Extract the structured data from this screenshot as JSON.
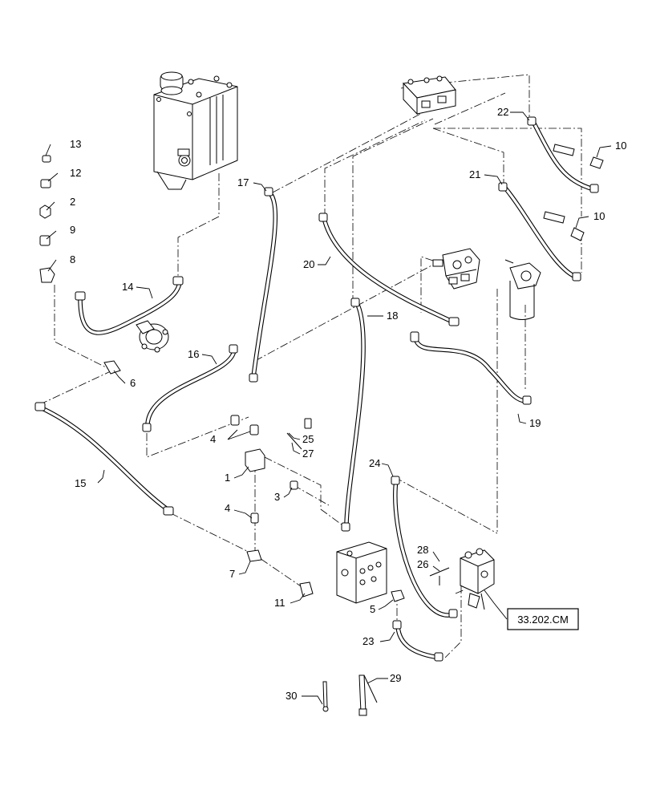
{
  "callouts": {
    "c1": "1",
    "c2": "2",
    "c3": "3",
    "c4a": "4",
    "c4b": "4",
    "c5": "5",
    "c6": "6",
    "c7": "7",
    "c8": "8",
    "c9": "9",
    "c10a": "10",
    "c10b": "10",
    "c11": "11",
    "c12": "12",
    "c13": "13",
    "c14": "14",
    "c15": "15",
    "c16": "16",
    "c17": "17",
    "c18": "18",
    "c19": "19",
    "c20": "20",
    "c21": "21",
    "c22": "22",
    "c23": "23",
    "c24": "24",
    "c25": "25",
    "c26": "26",
    "c27": "27",
    "c28": "28",
    "c29": "29",
    "c30": "30"
  },
  "reference": {
    "label": "33.202.CM"
  }
}
